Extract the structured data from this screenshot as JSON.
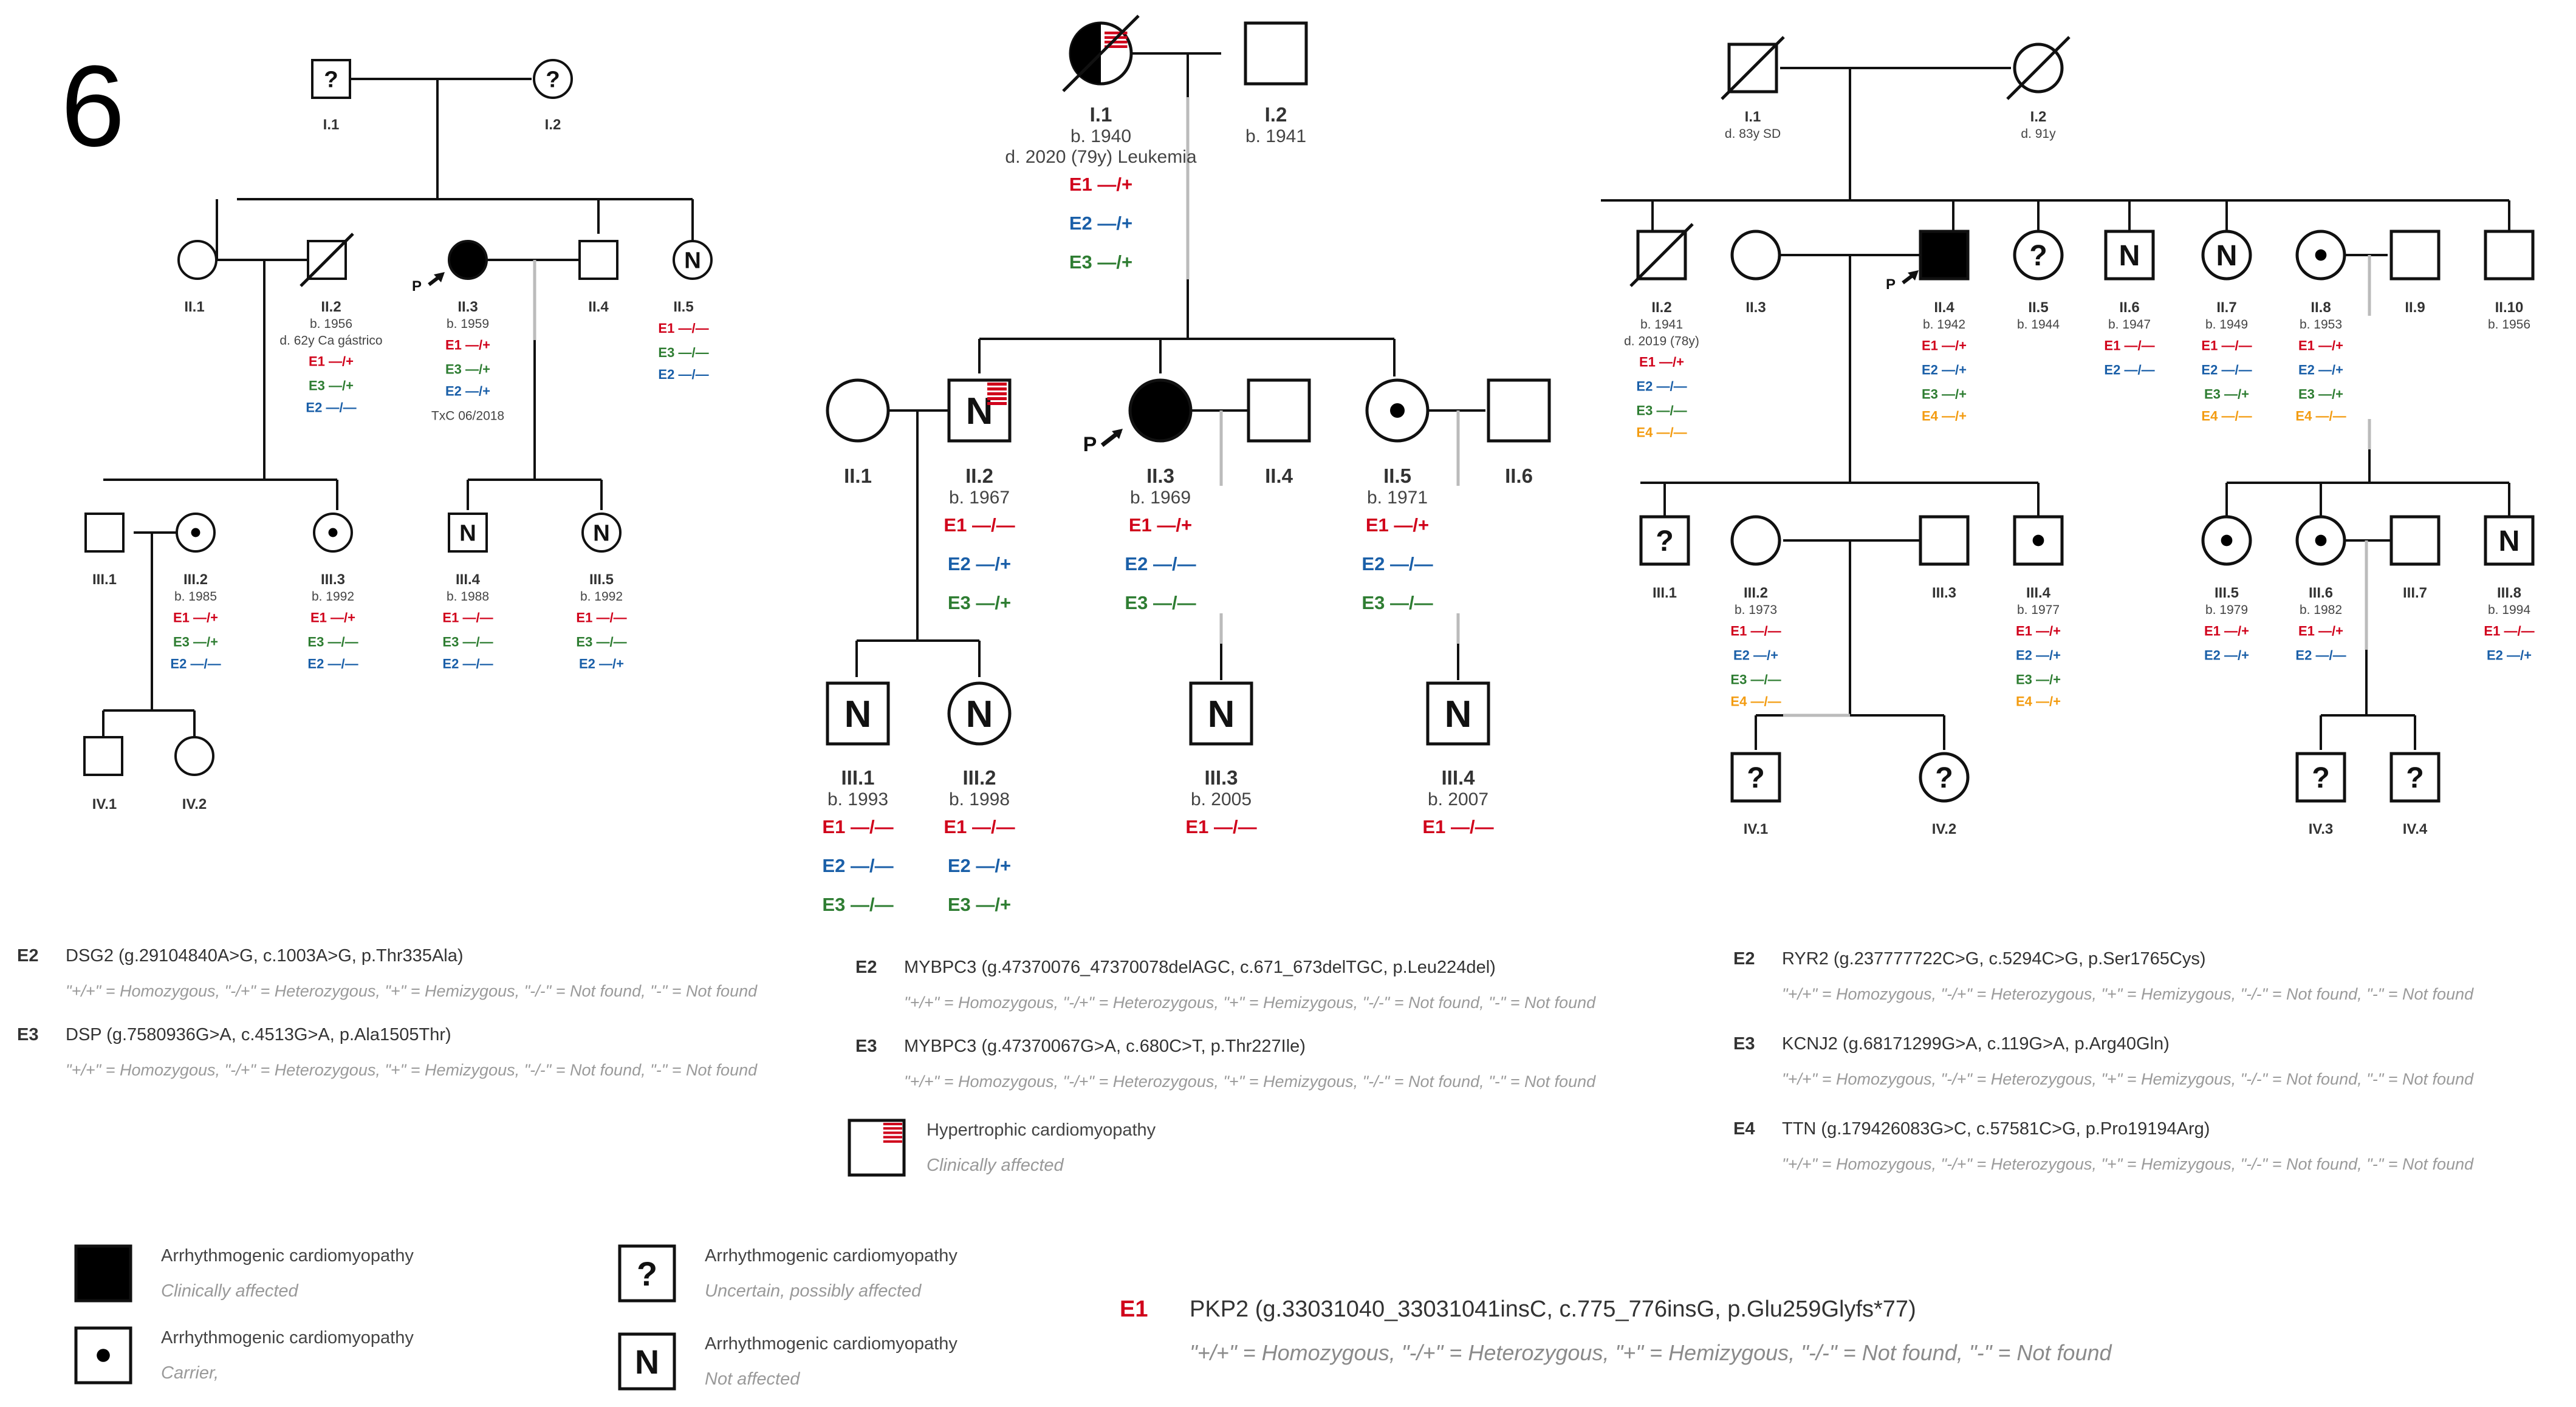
{
  "figure_number": "6",
  "colors": {
    "E1": "#d0021b",
    "E2": "#1a5fa8",
    "E3": "#2e7d32",
    "E4": "#f39c12"
  },
  "family1": {
    "I.1": {
      "label": "I.1"
    },
    "I.2": {
      "label": "I.2"
    },
    "II.1": {
      "label": "II.1"
    },
    "II.2": {
      "label": "II.2",
      "info": [
        "b. 1956",
        "d. 62y Ca gástrico"
      ],
      "alleles": [
        [
          "E1",
          "—/+"
        ],
        [
          "E3",
          "—/+"
        ],
        [
          "E2",
          "—/—"
        ]
      ]
    },
    "II.3": {
      "label": "II.3",
      "info": [
        "b. 1959"
      ],
      "alleles": [
        [
          "E1",
          "—/+"
        ],
        [
          "E3",
          "—/+"
        ],
        [
          "E2",
          "—/+"
        ]
      ],
      "note": "TxC 06/2018"
    },
    "II.4": {
      "label": "II.4"
    },
    "II.5": {
      "label": "II.5",
      "alleles": [
        [
          "E1",
          "—/—"
        ],
        [
          "E3",
          "—/—"
        ],
        [
          "E2",
          "—/—"
        ]
      ]
    },
    "III.1": {
      "label": "III.1"
    },
    "III.2": {
      "label": "III.2",
      "info": [
        "b. 1985"
      ],
      "alleles": [
        [
          "E1",
          "—/+"
        ],
        [
          "E3",
          "—/+"
        ],
        [
          "E2",
          "—/—"
        ]
      ]
    },
    "III.3": {
      "label": "III.3",
      "info": [
        "b. 1992"
      ],
      "alleles": [
        [
          "E1",
          "—/+"
        ],
        [
          "E3",
          "—/—"
        ],
        [
          "E2",
          "—/—"
        ]
      ]
    },
    "III.4": {
      "label": "III.4",
      "info": [
        "b. 1988"
      ],
      "alleles": [
        [
          "E1",
          "—/—"
        ],
        [
          "E3",
          "—/—"
        ],
        [
          "E2",
          "—/—"
        ]
      ]
    },
    "III.5": {
      "label": "III.5",
      "info": [
        "b. 1992"
      ],
      "alleles": [
        [
          "E1",
          "—/—"
        ],
        [
          "E3",
          "—/—"
        ],
        [
          "E2",
          "—/+"
        ]
      ]
    },
    "IV.1": {
      "label": "IV.1"
    },
    "IV.2": {
      "label": "IV.2"
    }
  },
  "family2": {
    "I.1": {
      "label": "I.1",
      "info": [
        "b. 1940",
        "d. 2020 (79y) Leukemia"
      ],
      "alleles": [
        [
          "E1",
          "—/+"
        ],
        [
          "E2",
          "—/+"
        ],
        [
          "E3",
          "—/+"
        ]
      ]
    },
    "I.2": {
      "label": "I.2",
      "info": [
        "b. 1941"
      ]
    },
    "II.1": {
      "label": "II.1"
    },
    "II.2": {
      "label": "II.2",
      "info": [
        "b. 1967"
      ],
      "alleles": [
        [
          "E1",
          "—/—"
        ],
        [
          "E2",
          "—/+"
        ],
        [
          "E3",
          "—/+"
        ]
      ]
    },
    "II.3": {
      "label": "II.3",
      "info": [
        "b. 1969"
      ],
      "alleles": [
        [
          "E1",
          "—/+"
        ],
        [
          "E2",
          "—/—"
        ],
        [
          "E3",
          "—/—"
        ]
      ]
    },
    "II.4": {
      "label": "II.4"
    },
    "II.5": {
      "label": "II.5",
      "info": [
        "b. 1971"
      ],
      "alleles": [
        [
          "E1",
          "—/+"
        ],
        [
          "E2",
          "—/—"
        ],
        [
          "E3",
          "—/—"
        ]
      ]
    },
    "II.6": {
      "label": "II.6"
    },
    "III.1": {
      "label": "III.1",
      "info": [
        "b. 1993"
      ],
      "alleles": [
        [
          "E1",
          "—/—"
        ],
        [
          "E2",
          "—/—"
        ],
        [
          "E3",
          "—/—"
        ]
      ]
    },
    "III.2": {
      "label": "III.2",
      "info": [
        "b. 1998"
      ],
      "alleles": [
        [
          "E1",
          "—/—"
        ],
        [
          "E2",
          "—/+"
        ],
        [
          "E3",
          "—/+"
        ]
      ]
    },
    "III.3": {
      "label": "III.3",
      "info": [
        "b. 2005"
      ],
      "alleles": [
        [
          "E1",
          "—/—"
        ]
      ]
    },
    "III.4": {
      "label": "III.4",
      "info": [
        "b. 2007"
      ],
      "alleles": [
        [
          "E1",
          "—/—"
        ]
      ]
    }
  },
  "family3": {
    "I.1": {
      "label": "I.1",
      "info": [
        "d. 83y SD"
      ]
    },
    "I.2": {
      "label": "I.2",
      "info": [
        "d. 91y"
      ]
    },
    "II.2": {
      "label": "II.2",
      "info": [
        "b. 1941",
        "d. 2019 (78y)"
      ],
      "alleles": [
        [
          "E1",
          "—/+"
        ],
        [
          "E2",
          "—/—"
        ],
        [
          "E3",
          "—/—"
        ],
        [
          "E4",
          "—/—"
        ]
      ]
    },
    "II.3": {
      "label": "II.3"
    },
    "II.4": {
      "label": "II.4",
      "info": [
        "b. 1942"
      ],
      "alleles": [
        [
          "E1",
          "—/+"
        ],
        [
          "E2",
          "—/+"
        ],
        [
          "E3",
          "—/+"
        ],
        [
          "E4",
          "—/+"
        ]
      ]
    },
    "II.5": {
      "label": "II.5",
      "info": [
        "b. 1944"
      ]
    },
    "II.6": {
      "label": "II.6",
      "info": [
        "b. 1947"
      ],
      "alleles": [
        [
          "E1",
          "—/—"
        ],
        [
          "E2",
          "—/—"
        ]
      ]
    },
    "II.7": {
      "label": "II.7",
      "info": [
        "b. 1949"
      ],
      "alleles": [
        [
          "E1",
          "—/—"
        ],
        [
          "E2",
          "—/—"
        ],
        [
          "E3",
          "—/+"
        ],
        [
          "E4",
          "—/—"
        ]
      ]
    },
    "II.8": {
      "label": "II.8",
      "info": [
        "b. 1953"
      ],
      "alleles": [
        [
          "E1",
          "—/+"
        ],
        [
          "E2",
          "—/+"
        ],
        [
          "E3",
          "—/+"
        ],
        [
          "E4",
          "—/—"
        ]
      ]
    },
    "II.9": {
      "label": "II.9"
    },
    "II.10": {
      "label": "II.10",
      "info": [
        "b. 1956"
      ]
    },
    "III.1": {
      "label": "III.1"
    },
    "III.2": {
      "label": "III.2",
      "info": [
        "b. 1973"
      ],
      "alleles": [
        [
          "E1",
          "—/—"
        ],
        [
          "E2",
          "—/+"
        ],
        [
          "E3",
          "—/—"
        ],
        [
          "E4",
          "—/—"
        ]
      ]
    },
    "III.3": {
      "label": "III.3"
    },
    "III.4": {
      "label": "III.4",
      "info": [
        "b. 1977"
      ],
      "alleles": [
        [
          "E1",
          "—/+"
        ],
        [
          "E2",
          "—/+"
        ],
        [
          "E3",
          "—/+"
        ],
        [
          "E4",
          "—/+"
        ]
      ]
    },
    "III.5": {
      "label": "III.5",
      "info": [
        "b. 1979"
      ],
      "alleles": [
        [
          "E1",
          "—/+"
        ],
        [
          "E2",
          "—/+"
        ]
      ]
    },
    "III.6": {
      "label": "III.6",
      "info": [
        "b. 1982"
      ],
      "alleles": [
        [
          "E1",
          "—/+"
        ],
        [
          "E2",
          "—/—"
        ]
      ]
    },
    "III.7": {
      "label": "III.7"
    },
    "III.8": {
      "label": "III.8",
      "info": [
        "b. 1994"
      ],
      "alleles": [
        [
          "E1",
          "—/—"
        ],
        [
          "E2",
          "—/+"
        ]
      ]
    },
    "IV.1": {
      "label": "IV.1"
    },
    "IV.2": {
      "label": "IV.2"
    },
    "IV.3": {
      "label": "IV.3"
    },
    "IV.4": {
      "label": "IV.4"
    }
  },
  "proband_marker": "P",
  "symbols": {
    "unknown": "?",
    "not_affected": "N"
  },
  "genotype_note": "\"+/+\" = Homozygous, \"-/+\" = Heterozygous, \"+\" = Hemizygous, \"-/-\" = Not found, \"-\" = Not found",
  "variants_family1": [
    {
      "code": "E2",
      "text": "DSG2 (g.29104840A>G, c.1003A>G, p.Thr335Ala)"
    },
    {
      "code": "E3",
      "text": "DSP (g.7580936G>A, c.4513G>A, p.Ala1505Thr)"
    }
  ],
  "variants_family2": [
    {
      "code": "E2",
      "text": "MYBPC3 (g.47370076_47370078delAGC, c.671_673delTGC, p.Leu224del)"
    },
    {
      "code": "E3",
      "text": "MYBPC3 (g.47370067G>A, c.680C>T, p.Thr227Ile)"
    }
  ],
  "variants_family3": [
    {
      "code": "E2",
      "text": "RYR2 (g.237777722C>G, c.5294C>G, p.Ser1765Cys)"
    },
    {
      "code": "E3",
      "text": "KCNJ2 (g.68171299G>A, c.119G>A, p.Arg40Gln)"
    },
    {
      "code": "E4",
      "text": "TTN (g.179426083G>C, c.57581C>G, p.Pro19194Arg)"
    }
  ],
  "variant_e1": {
    "code": "E1",
    "text": "PKP2 (g.33031040_33031041insC, c.775_776insG, p.Glu259Glyfs*77)"
  },
  "legend": {
    "hcm": {
      "title": "Hypertrophic cardiomyopathy",
      "sub": "Clinically affected"
    },
    "acm_affected": {
      "title": "Arrhythmogenic cardiomyopathy",
      "sub": "Clinically affected"
    },
    "acm_carrier": {
      "title": "Arrhythmogenic cardiomyopathy",
      "sub": "Carrier,"
    },
    "acm_uncertain": {
      "title": "Arrhythmogenic cardiomyopathy",
      "sub": "Uncertain, possibly affected"
    },
    "acm_not_affected": {
      "title": "Arrhythmogenic cardiomyopathy",
      "sub": "Not affected"
    }
  }
}
